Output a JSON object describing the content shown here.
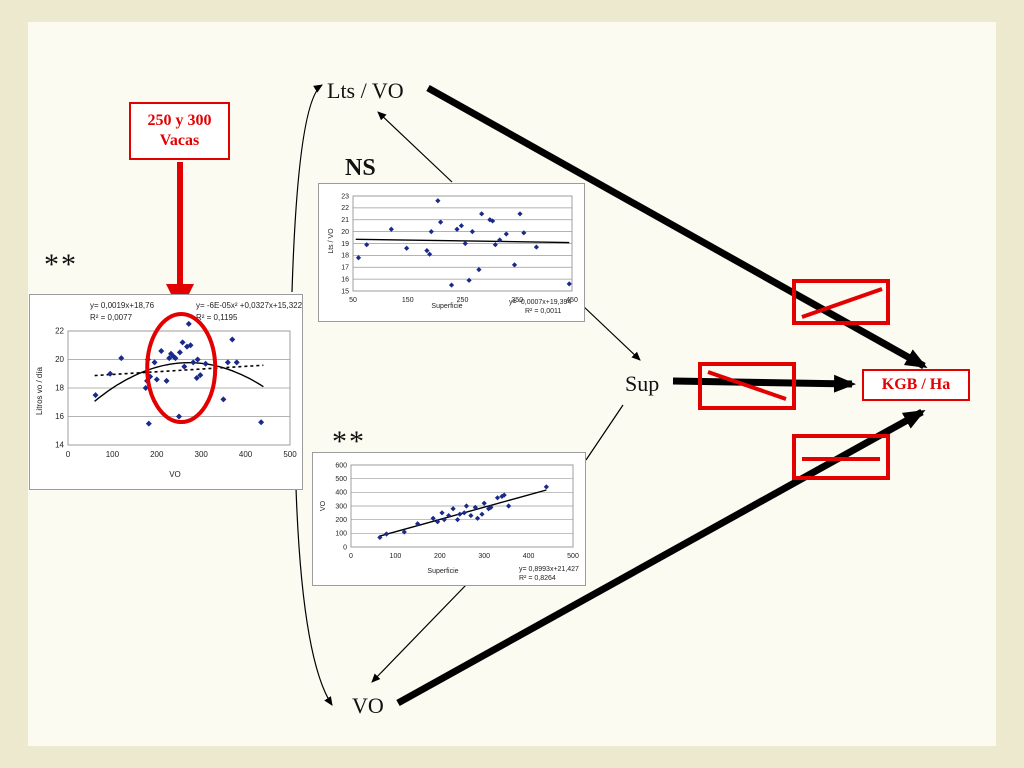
{
  "labels": {
    "lts_vo": "Lts / VO",
    "vo": "VO",
    "sup": "Sup",
    "kgb": "KGB / Ha",
    "ns": "NS",
    "stars_left": "**",
    "stars_bottom": "**",
    "callout_line1": "250 y 300",
    "callout_line2": "Vacas"
  },
  "colors": {
    "accent_red": "#e30000",
    "marker": "#1a2a8a",
    "arrow": "#000000"
  },
  "chart_data": [
    {
      "id": "left",
      "type": "scatter",
      "xlabel": "VO",
      "ylabel": "Litros vo / día",
      "xlim": [
        0,
        500
      ],
      "ylim": [
        14,
        22
      ],
      "xticks": [
        0,
        100,
        200,
        300,
        400,
        500
      ],
      "yticks": [
        14,
        16,
        18,
        20,
        22
      ],
      "equations": [
        "y= 0,0019x+18,76",
        "R² = 0,0077",
        "y= -6E-05x² +0,0327x+15,322",
        "R² = 0,1195"
      ],
      "points": [
        [
          62,
          17.5
        ],
        [
          95,
          19.0
        ],
        [
          120,
          20.1
        ],
        [
          175,
          18.0
        ],
        [
          178,
          18.5
        ],
        [
          180,
          20.0
        ],
        [
          182,
          15.5
        ],
        [
          185,
          18.8
        ],
        [
          195,
          19.8
        ],
        [
          200,
          18.6
        ],
        [
          210,
          20.6
        ],
        [
          222,
          18.5
        ],
        [
          228,
          20.1
        ],
        [
          232,
          20.4
        ],
        [
          238,
          20.2
        ],
        [
          242,
          20.1
        ],
        [
          250,
          16.0
        ],
        [
          252,
          20.5
        ],
        [
          258,
          21.2
        ],
        [
          262,
          19.5
        ],
        [
          268,
          20.9
        ],
        [
          272,
          22.5
        ],
        [
          276,
          21.0
        ],
        [
          282,
          19.8
        ],
        [
          290,
          18.7
        ],
        [
          292,
          20.0
        ],
        [
          298,
          18.9
        ],
        [
          310,
          19.7
        ],
        [
          350,
          17.2
        ],
        [
          360,
          19.8
        ],
        [
          370,
          21.4
        ],
        [
          380,
          19.8
        ],
        [
          435,
          15.6
        ]
      ],
      "linear": {
        "a": 0.0019,
        "b": 18.76
      },
      "quadratic": {
        "a": -6e-05,
        "b": 0.0327,
        "c": 15.322
      }
    },
    {
      "id": "top",
      "type": "scatter",
      "xlabel": "Superficie",
      "ylabel": "Lts / VO",
      "xlim": [
        50,
        450
      ],
      "ylim": [
        15,
        23
      ],
      "xticks": [
        50,
        150,
        250,
        350,
        450
      ],
      "yticks": [
        15,
        16,
        17,
        18,
        19,
        20,
        21,
        22,
        23
      ],
      "equations": [
        "y= -0,0007x+19,394",
        "R² = 0,0011"
      ],
      "points": [
        [
          60,
          17.8
        ],
        [
          75,
          18.9
        ],
        [
          120,
          20.2
        ],
        [
          148,
          18.6
        ],
        [
          185,
          18.4
        ],
        [
          190,
          18.1
        ],
        [
          193,
          20.0
        ],
        [
          205,
          22.6
        ],
        [
          210,
          20.8
        ],
        [
          230,
          15.5
        ],
        [
          240,
          20.2
        ],
        [
          248,
          20.5
        ],
        [
          255,
          19.0
        ],
        [
          262,
          15.9
        ],
        [
          268,
          20.0
        ],
        [
          280,
          16.8
        ],
        [
          285,
          21.5
        ],
        [
          300,
          21.0
        ],
        [
          305,
          20.9
        ],
        [
          310,
          18.9
        ],
        [
          318,
          19.3
        ],
        [
          330,
          19.8
        ],
        [
          345,
          17.2
        ],
        [
          355,
          21.5
        ],
        [
          362,
          19.9
        ],
        [
          385,
          18.7
        ],
        [
          445,
          15.6
        ]
      ],
      "linear": {
        "a": -0.0007,
        "b": 19.394
      }
    },
    {
      "id": "bottom",
      "type": "scatter",
      "xlabel": "Superficie",
      "ylabel": "VO",
      "xlim": [
        0,
        500
      ],
      "ylim": [
        0,
        600
      ],
      "xticks": [
        0,
        100,
        200,
        300,
        400,
        500
      ],
      "yticks": [
        0,
        100,
        200,
        300,
        400,
        500,
        600
      ],
      "equations": [
        "y= 0,8993x+21,427",
        "R² = 0,8264"
      ],
      "points": [
        [
          65,
          70
        ],
        [
          80,
          95
        ],
        [
          120,
          110
        ],
        [
          150,
          170
        ],
        [
          185,
          210
        ],
        [
          195,
          185
        ],
        [
          205,
          250
        ],
        [
          210,
          200
        ],
        [
          220,
          230
        ],
        [
          230,
          280
        ],
        [
          240,
          200
        ],
        [
          245,
          240
        ],
        [
          255,
          250
        ],
        [
          260,
          300
        ],
        [
          270,
          230
        ],
        [
          280,
          290
        ],
        [
          285,
          210
        ],
        [
          295,
          240
        ],
        [
          300,
          320
        ],
        [
          310,
          280
        ],
        [
          315,
          290
        ],
        [
          330,
          360
        ],
        [
          340,
          370
        ],
        [
          345,
          380
        ],
        [
          355,
          300
        ],
        [
          440,
          440
        ]
      ],
      "linear": {
        "a": 0.8993,
        "b": 21.427
      }
    }
  ]
}
